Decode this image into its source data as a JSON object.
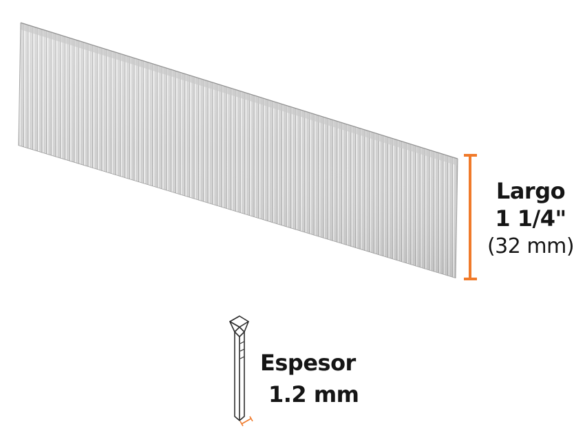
{
  "largo": {
    "title": "Largo",
    "inches": "1 1/4\"",
    "mm": "(32 mm)"
  },
  "espesor": {
    "title": "Espesor",
    "value": "1.2 mm"
  },
  "colors": {
    "accent": "#f07a2a",
    "text": "#151515",
    "metal_light": "#e4e4e4",
    "metal_dark": "#9a9a9a"
  }
}
